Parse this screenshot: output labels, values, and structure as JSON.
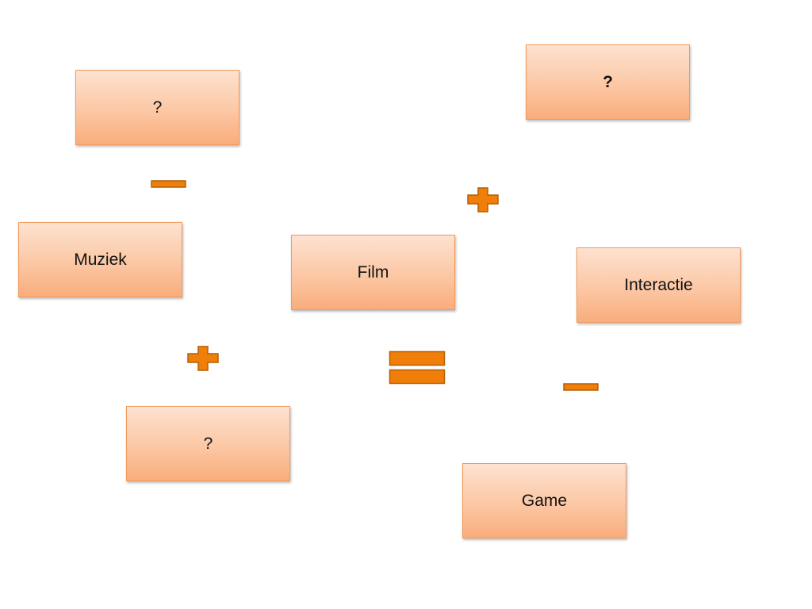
{
  "diagram": {
    "boxes": {
      "top_left": "?",
      "top_right": "?",
      "muziek": "Muziek",
      "film": "Film",
      "interactie": "Interactie",
      "bottom_left": "?",
      "game": "Game"
    },
    "operators": {
      "minus_top_left": "minus",
      "plus_top_right": "plus",
      "plus_bottom_left": "plus",
      "equals_center": "equals",
      "minus_bottom_right": "minus"
    },
    "colors": {
      "box_top": "#fde2d0",
      "box_bottom": "#f9ad7c",
      "box_border": "#f29a5c",
      "operator_fill": "#f07f09",
      "operator_stroke": "#b45f06"
    }
  }
}
